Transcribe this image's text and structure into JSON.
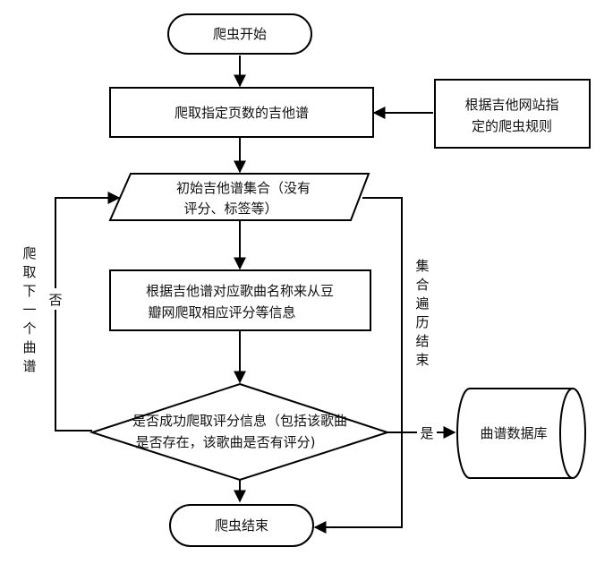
{
  "nodes": {
    "start": {
      "label": "爬虫开始"
    },
    "crawl": {
      "label": "爬取指定页数的吉他谱"
    },
    "rules": {
      "line1": "根据吉他网站指",
      "line2": "定的爬虫规则"
    },
    "init_set": {
      "line1": "初始吉他谱集合（没有",
      "line2": "评分、标签等）"
    },
    "douban": {
      "line1": "根据吉他谱对应歌曲名称来从豆",
      "line2": "瓣网爬取相应评分等信息"
    },
    "decision": {
      "line1": "是否成功爬取评分信息（包括该歌曲",
      "line2": "是否存在，该歌曲是否有评分)"
    },
    "database": {
      "label": "曲谱数据库"
    },
    "end": {
      "label": "爬虫结束"
    }
  },
  "edges": {
    "no_label": "否",
    "yes_label": "是",
    "next_label": [
      "爬",
      "取",
      "下",
      "一",
      "个",
      "曲",
      "谱"
    ],
    "traverse_label": [
      "集",
      "合",
      "遍",
      "历",
      "结",
      "束"
    ]
  }
}
